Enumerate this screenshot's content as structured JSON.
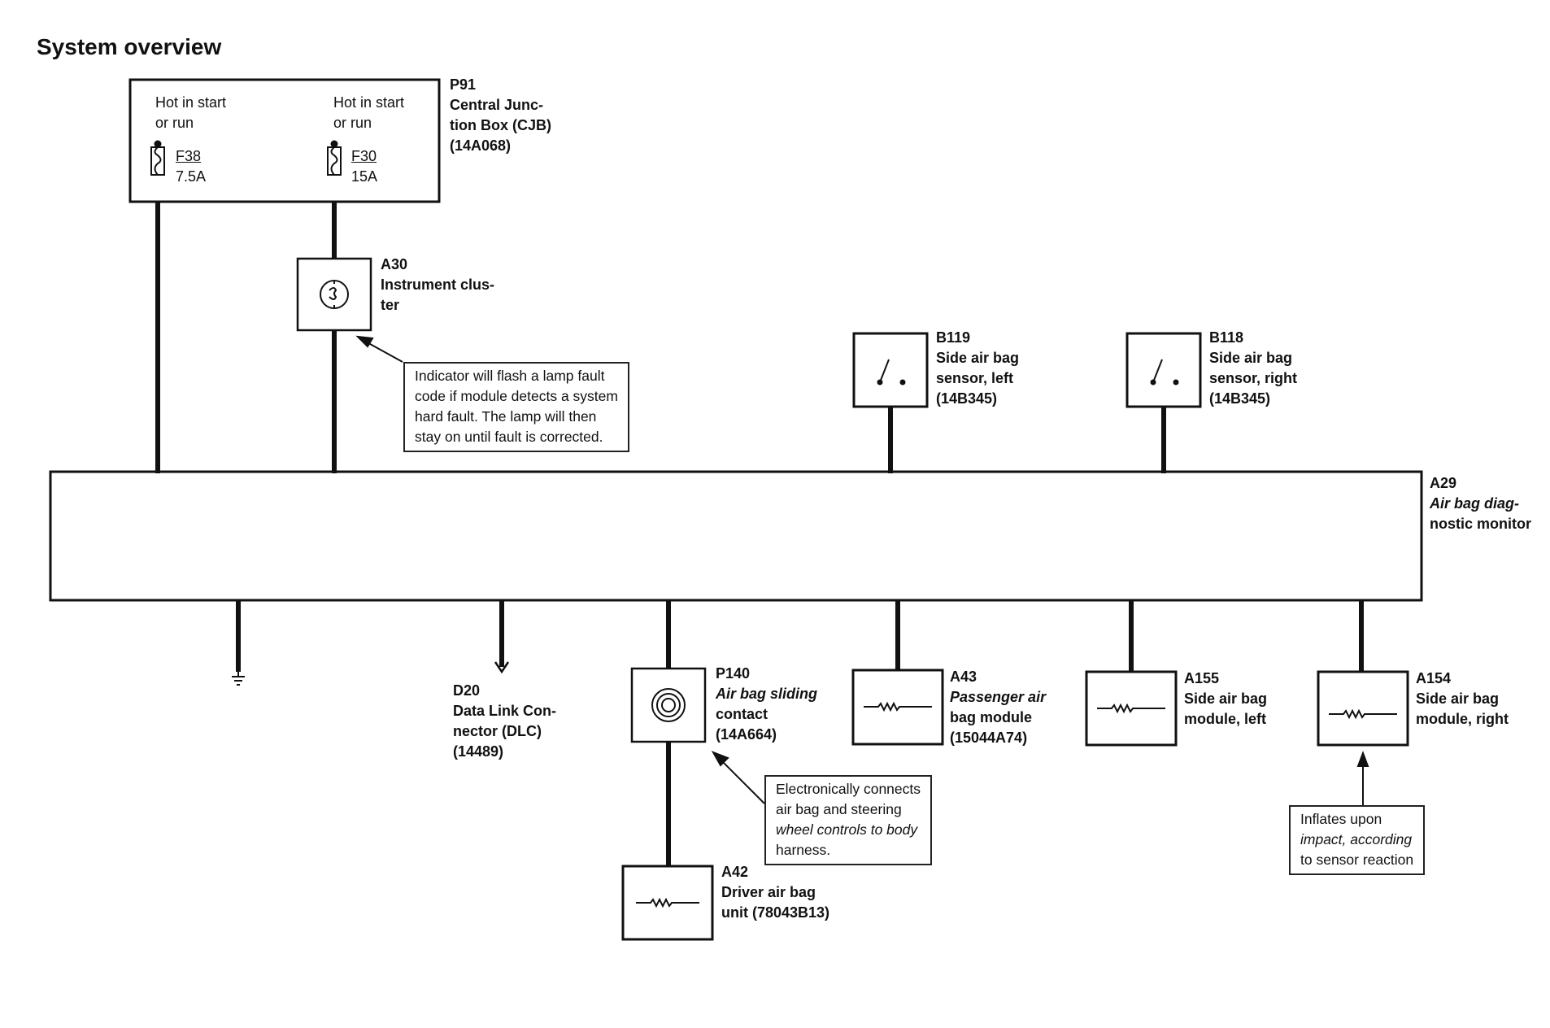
{
  "title": "System overview",
  "cjb": {
    "id": "P91",
    "name_lines": [
      "Central Junc-",
      "tion Box (CJB)",
      "(14A068)"
    ],
    "hot_label_1": [
      "Hot in start",
      "or run"
    ],
    "hot_label_2": [
      "Hot in start",
      "or run"
    ],
    "fuse_1": {
      "name": "F38",
      "rating": "7.5A"
    },
    "fuse_2": {
      "name": "F30",
      "rating": "15A"
    }
  },
  "instrument_cluster": {
    "id": "A30",
    "name_lines": [
      "Instrument clus-",
      "ter"
    ],
    "icon": "lamp-indicator-icon"
  },
  "note_indicator": [
    "Indicator will flash a lamp fault",
    "code if module detects a system",
    "hard fault.  The lamp will then",
    "stay on until fault is corrected."
  ],
  "sensor_left": {
    "id": "B119",
    "name_lines": [
      "Side air bag",
      "sensor, left",
      "(14B345)"
    ],
    "icon": "switch-icon"
  },
  "sensor_right": {
    "id": "B118",
    "name_lines": [
      "Side air bag",
      "sensor, right",
      "(14B345)"
    ],
    "icon": "switch-icon"
  },
  "monitor": {
    "id": "A29",
    "name_lines": [
      "Air bag diag-",
      "nostic monitor"
    ]
  },
  "dlc": {
    "id": "D20",
    "name_lines": [
      "Data Link Con-",
      "nector (DLC)",
      "(14489)"
    ]
  },
  "sliding_contact": {
    "id": "P140",
    "name_lines": [
      "Air bag sliding",
      "contact",
      "(14A664)"
    ],
    "icon": "clockspring-icon"
  },
  "note_sliding": [
    "Electronically connects",
    "air bag and steering",
    "wheel controls to body",
    "harness."
  ],
  "driver_bag": {
    "id": "A42",
    "name_lines": [
      "Driver air bag",
      "unit (78043B13)"
    ],
    "icon": "resistor-icon"
  },
  "passenger_bag": {
    "id": "A43",
    "name_lines": [
      "Passenger air",
      "bag module",
      "(15044A74)"
    ],
    "icon": "resistor-icon"
  },
  "side_bag_left": {
    "id": "A155",
    "name_lines": [
      "Side air bag",
      "module, left"
    ],
    "icon": "resistor-icon"
  },
  "side_bag_right": {
    "id": "A154",
    "name_lines": [
      "Side air bag",
      "module, right"
    ],
    "icon": "resistor-icon"
  },
  "note_inflates": [
    "Inflates upon",
    "impact, according",
    "to sensor reaction"
  ],
  "ground": {
    "icon": "ground-icon"
  }
}
